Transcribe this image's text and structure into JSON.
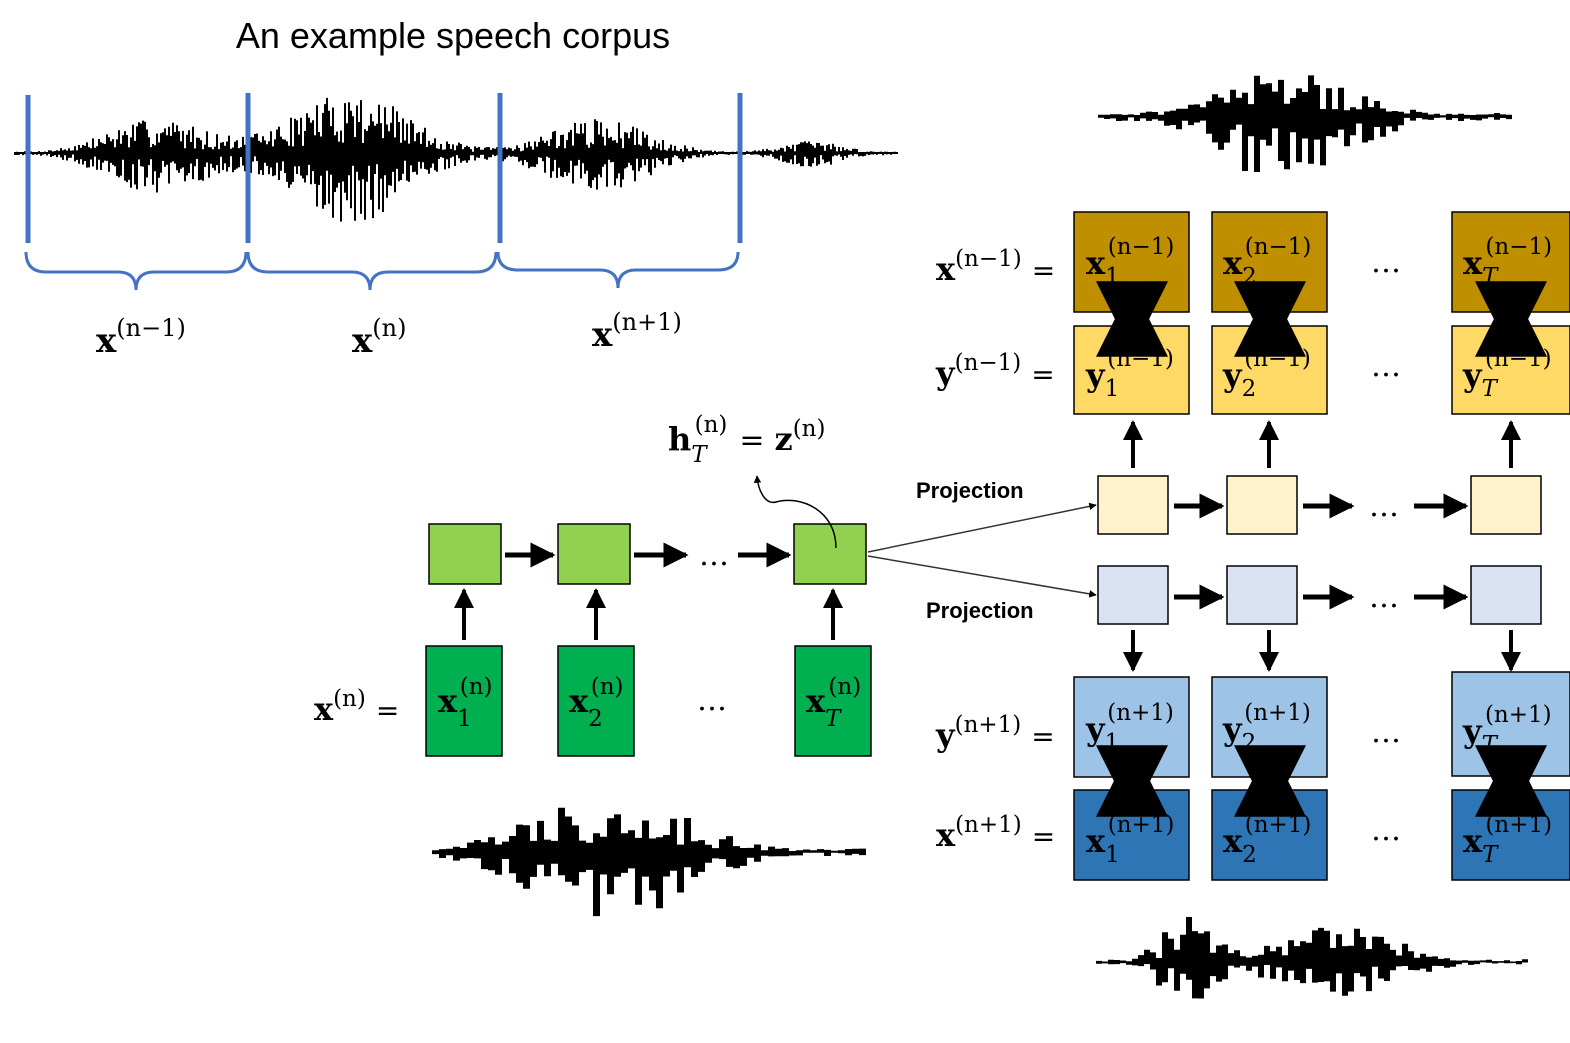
{
  "title": "An example speech corpus",
  "projection_label": "Projection",
  "ellipsis": "…",
  "symbols": {
    "x": "x",
    "y": "y",
    "h": "h",
    "z": "z",
    "eq": "=",
    "T": "T",
    "n_minus": "(n−1)",
    "n": "(n)",
    "n_plus": "(n+1)",
    "one": "1",
    "two": "2"
  },
  "colors": {
    "segment_line": "#4472c4",
    "encoder_cell": "#92d050",
    "encoder_input": "#00b050",
    "prev_x": "#bf8f00",
    "prev_y": "#ffd966",
    "prev_proj": "#fff2cc",
    "next_proj": "#dae3f3",
    "next_y": "#9dc3e6",
    "next_x": "#2e75b6"
  }
}
